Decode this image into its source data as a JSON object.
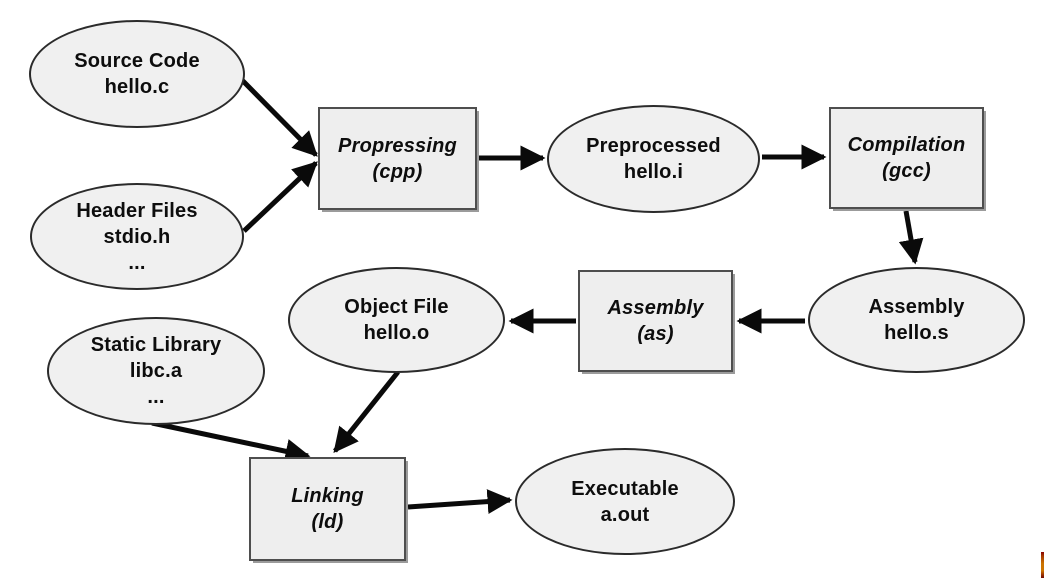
{
  "diagram": {
    "nodes": {
      "source_code": {
        "shape": "ellipse",
        "lines": [
          "Source Code",
          "hello.c"
        ]
      },
      "header_files": {
        "shape": "ellipse",
        "lines": [
          "Header Files",
          "stdio.h",
          "..."
        ]
      },
      "preprocessing": {
        "shape": "process",
        "lines": [
          "Propressing",
          "(cpp)"
        ]
      },
      "preprocessed": {
        "shape": "ellipse",
        "lines": [
          "Preprocessed",
          "hello.i"
        ]
      },
      "compilation": {
        "shape": "process",
        "lines": [
          "Compilation",
          "(gcc)"
        ]
      },
      "assembly_file": {
        "shape": "ellipse",
        "lines": [
          "Assembly",
          "hello.s"
        ]
      },
      "assembler": {
        "shape": "process",
        "lines": [
          "Assembly",
          "(as)"
        ]
      },
      "object_file": {
        "shape": "ellipse",
        "lines": [
          "Object File",
          "hello.o"
        ]
      },
      "static_library": {
        "shape": "ellipse",
        "lines": [
          "Static Library",
          "libc.a",
          "..."
        ]
      },
      "linking": {
        "shape": "process",
        "lines": [
          "Linking",
          "(ld)"
        ]
      },
      "executable": {
        "shape": "ellipse",
        "lines": [
          "Executable",
          "a.out"
        ]
      }
    },
    "edges": [
      {
        "from": "source_code",
        "to": "preprocessing"
      },
      {
        "from": "header_files",
        "to": "preprocessing"
      },
      {
        "from": "preprocessing",
        "to": "preprocessed"
      },
      {
        "from": "preprocessed",
        "to": "compilation"
      },
      {
        "from": "compilation",
        "to": "assembly_file"
      },
      {
        "from": "assembly_file",
        "to": "assembler"
      },
      {
        "from": "assembler",
        "to": "object_file"
      },
      {
        "from": "object_file",
        "to": "linking"
      },
      {
        "from": "static_library",
        "to": "linking"
      },
      {
        "from": "linking",
        "to": "executable"
      }
    ],
    "colors": {
      "background": "#ffffff",
      "node_fill": "#f0f0f0",
      "ellipse_stroke": "#2b2b2b",
      "process_stroke": "#4e4e4e",
      "arrow": "#0a0a0a",
      "text": "#0d0d0d",
      "edge_artifact_red": "#8b0000",
      "edge_artifact_orange": "#cc7400"
    }
  }
}
